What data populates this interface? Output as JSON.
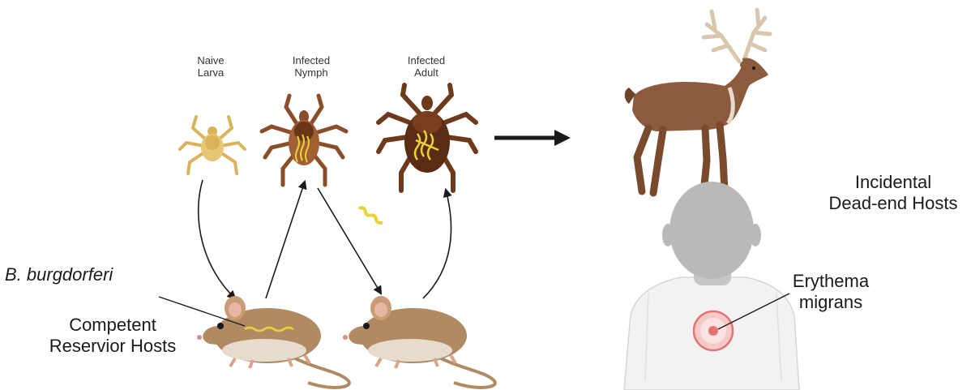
{
  "ticks": {
    "larva": {
      "line1": "Naive",
      "line2": "Larva"
    },
    "nymph": {
      "line1": "Infected",
      "line2": "Nymph"
    },
    "adult": {
      "line1": "Infected",
      "line2": "Adult"
    }
  },
  "labels": {
    "pathogen": "B. burgdorferi",
    "competent_line1": "Competent",
    "competent_line2": "Reservior Hosts",
    "incidental_line1": "Incidental",
    "incidental_line2": "Dead-end Hosts",
    "erythema_line1": "Erythema",
    "erythema_line2": "migrans"
  },
  "colors": {
    "larva": "#d9b35a",
    "nymph": "#8a4e2a",
    "adult_body": "#5a2c14",
    "adult_legs": "#6e3a1e",
    "spirochete": "#e8d23a",
    "mouse": "#b08a62",
    "mouse_belly": "#e6dccd",
    "deer": "#8c5a3c",
    "antler": "#d8c7ad",
    "child": "#b9b9b9",
    "shirt": "#f2f2f2",
    "rash": "#e57373",
    "arrow": "#1a1a1a"
  }
}
